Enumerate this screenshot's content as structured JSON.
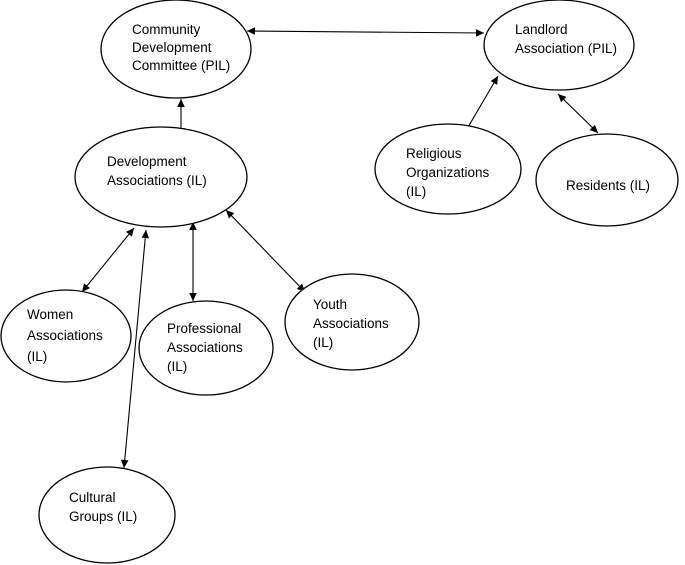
{
  "nodes": [
    {
      "id": "community-development-committee",
      "lines": [
        "Community",
        "Development",
        "Committee (PIL)"
      ]
    },
    {
      "id": "landlord-association",
      "lines": [
        "Landlord",
        "Association (PIL)"
      ]
    },
    {
      "id": "development-associations",
      "lines": [
        "Development",
        "Associations (IL)"
      ]
    },
    {
      "id": "religious-organizations",
      "lines": [
        "Religious",
        "Organizations",
        "(IL)"
      ]
    },
    {
      "id": "residents",
      "lines": [
        "Residents (IL)"
      ]
    },
    {
      "id": "women-associations",
      "lines": [
        "Women",
        "Associations",
        "(IL)"
      ]
    },
    {
      "id": "professional-associations",
      "lines": [
        "Professional",
        "Associations",
        "(IL)"
      ]
    },
    {
      "id": "youth-associations",
      "lines": [
        "Youth",
        "Associations",
        "(IL)"
      ]
    },
    {
      "id": "cultural-groups",
      "lines": [
        "Cultural",
        "Groups (IL)"
      ]
    }
  ],
  "edges": [
    {
      "from": "community-development-committee",
      "to": "landlord-association",
      "direction": "both"
    },
    {
      "from": "community-development-committee",
      "to": "development-associations",
      "direction": "both"
    },
    {
      "from": "landlord-association",
      "to": "religious-organizations",
      "direction": "both"
    },
    {
      "from": "landlord-association",
      "to": "residents",
      "direction": "both"
    },
    {
      "from": "development-associations",
      "to": "women-associations",
      "direction": "both"
    },
    {
      "from": "development-associations",
      "to": "professional-associations",
      "direction": "both"
    },
    {
      "from": "development-associations",
      "to": "youth-associations",
      "direction": "both"
    },
    {
      "from": "development-associations",
      "to": "cultural-groups",
      "direction": "both"
    }
  ]
}
